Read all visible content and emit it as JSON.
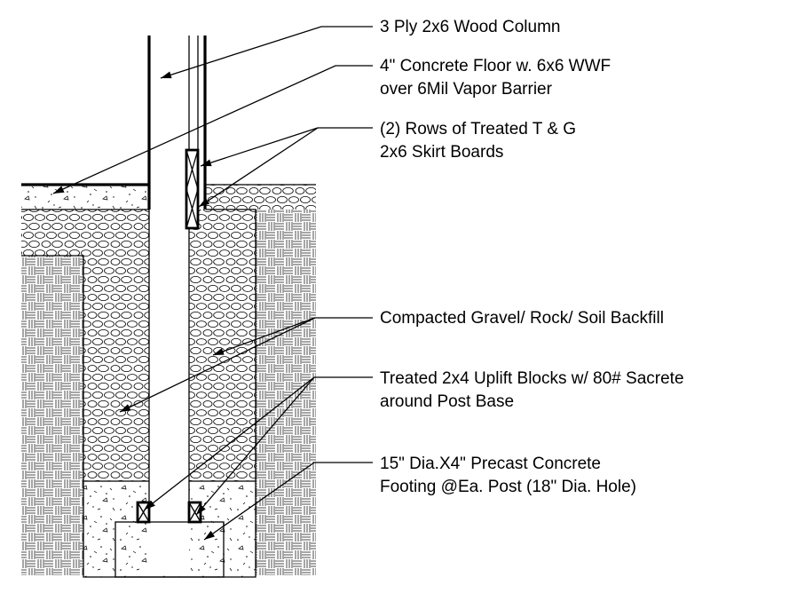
{
  "labels": {
    "column": [
      "3 Ply 2x6 Wood Column"
    ],
    "floor": [
      "4\" Concrete Floor w. 6x6 WWF",
      "over 6Mil Vapor Barrier"
    ],
    "skirt": [
      "(2) Rows of Treated T & G",
      "2x6 Skirt Boards"
    ],
    "backfill": [
      "Compacted Gravel/ Rock/ Soil Backfill"
    ],
    "uplift": [
      "Treated 2x4 Uplift Blocks w/ 80# Sacrete",
      "around Post Base"
    ],
    "footing": [
      "15\" Dia.X4\" Precast Concrete",
      "Footing @Ea. Post (18\" Dia. Hole)"
    ]
  },
  "colors": {
    "ink": "#000000",
    "background": "#ffffff"
  }
}
